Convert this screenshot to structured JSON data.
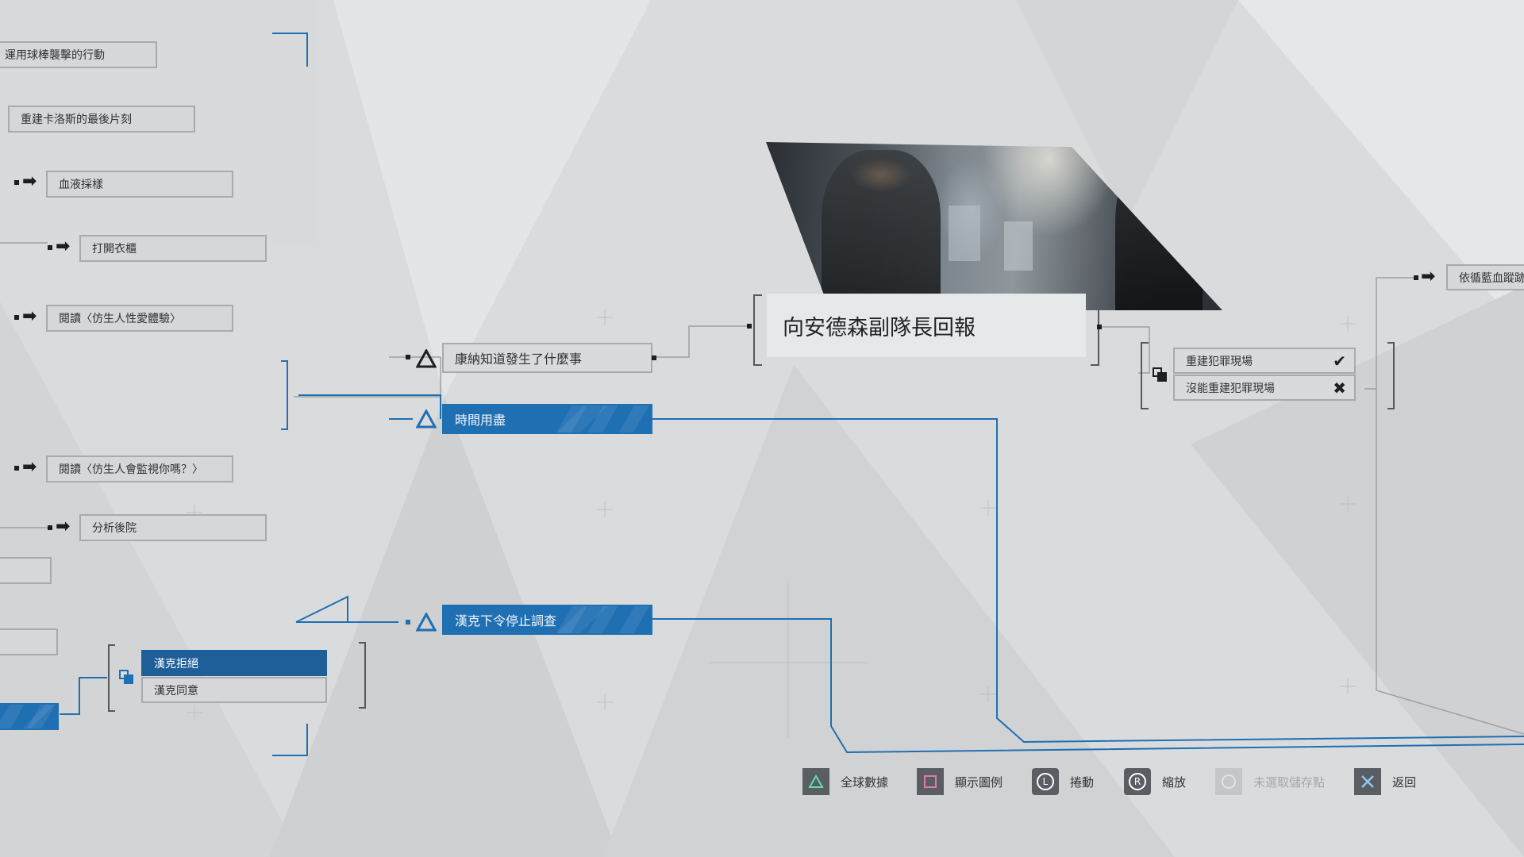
{
  "flowchart": {
    "left_column": [
      "運用球棒襲擊的行動",
      "重建卡洛斯的最後片刻",
      "血液採樣",
      "打開衣櫃",
      "閱讀〈仿生人性愛體驗〉",
      "閱讀〈仿生人會監視你嗎？〉",
      "分析後院"
    ],
    "choice_left": {
      "selected": "漢克拒絕",
      "other": "漢克同意"
    },
    "middle": {
      "knows": "康納知道發生了什麼事",
      "time_up": "時間用盡",
      "stop": "漢克下令停止調查"
    },
    "ending_title": "向安德森副隊長回報",
    "choice_right": {
      "success": "重建犯罪現場",
      "fail": "沒能重建犯罪現場"
    },
    "far_right": "依循藍血蹤跡"
  },
  "colors": {
    "accent": "#1f6fb3",
    "node_border": "#a8aaae",
    "bg": "#dadbdd"
  },
  "controls": [
    {
      "icon": "triangle-icon",
      "label": "全球數據",
      "enabled": true
    },
    {
      "icon": "square-icon",
      "label": "顯示圖例",
      "enabled": true
    },
    {
      "icon": "left-stick-icon",
      "label": "捲動",
      "enabled": true
    },
    {
      "icon": "right-stick-icon",
      "label": "縮放",
      "enabled": true
    },
    {
      "icon": "circle-icon",
      "label": "未選取儲存點",
      "enabled": false
    },
    {
      "icon": "cross-icon",
      "label": "返回",
      "enabled": true
    }
  ],
  "symbols": {
    "check": "✔",
    "cross": "✖",
    "arrow": "➡",
    "L": "L",
    "R": "R"
  }
}
